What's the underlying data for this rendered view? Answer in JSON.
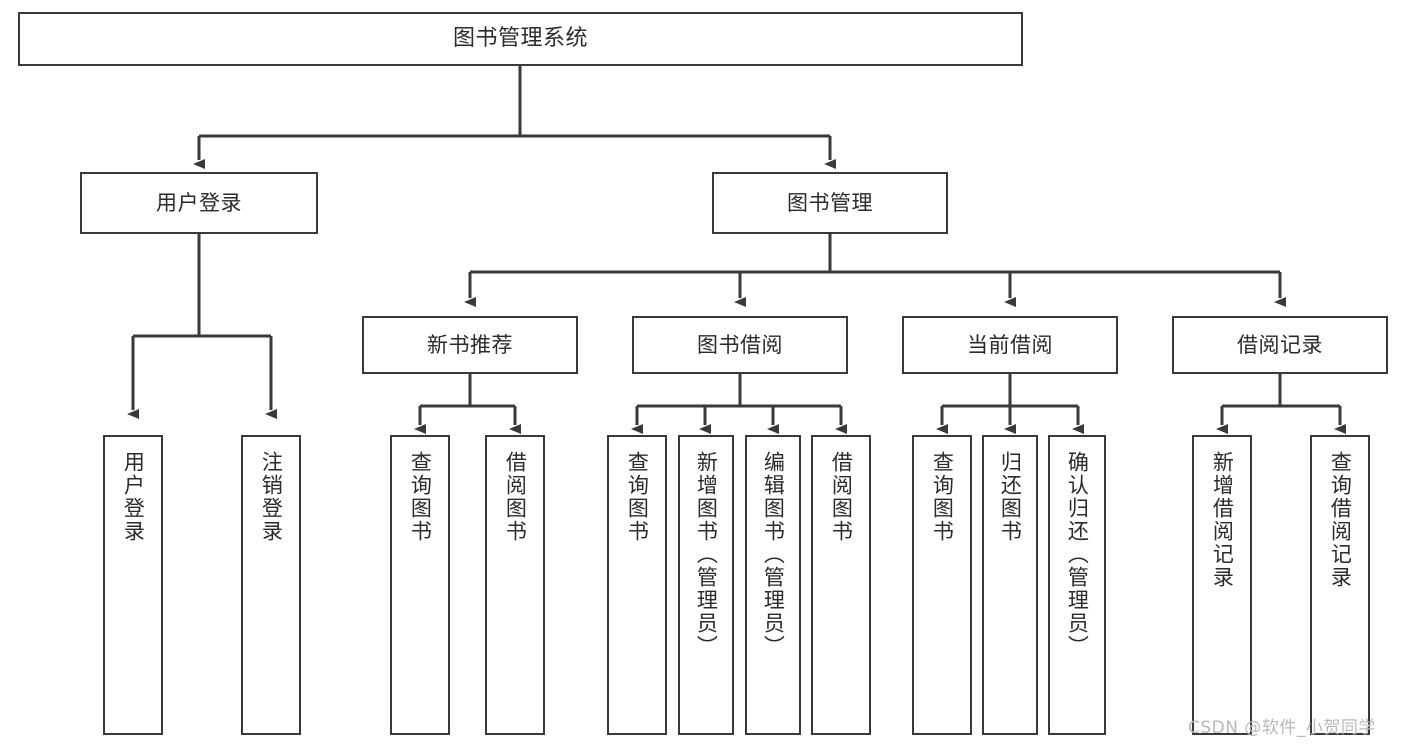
{
  "diagram": {
    "title": "图书管理系统",
    "type": "function-structure-tree",
    "watermark": "CSDN @软件_小贺同学",
    "colors": {
      "background": "#ffffff",
      "stroke": "#3a3a3a",
      "text": "#2b2b2b",
      "watermark": "#b9b9b9"
    }
  },
  "nodes": {
    "root": {
      "label": "图书管理系统"
    },
    "level1": [
      {
        "label": "用户登录"
      },
      {
        "label": "图书管理"
      }
    ],
    "level2": [
      {
        "label": "新书推荐"
      },
      {
        "label": "图书借阅"
      },
      {
        "label": "当前借阅"
      },
      {
        "label": "借阅记录"
      }
    ],
    "leaves": {
      "user_login": [
        {
          "label": "用户登录"
        },
        {
          "label": "注销登录"
        }
      ],
      "new_book_recommend": [
        {
          "label": "查询图书"
        },
        {
          "label": "借阅图书"
        }
      ],
      "book_borrow": [
        {
          "label": "查询图书"
        },
        {
          "label": "新增图书（管理员）"
        },
        {
          "label": "编辑图书（管理员）"
        },
        {
          "label": "借阅图书"
        }
      ],
      "current_borrow": [
        {
          "label": "查询图书"
        },
        {
          "label": "归还图书"
        },
        {
          "label": "确认归还（管理员）"
        }
      ],
      "borrow_record": [
        {
          "label": "新增借阅记录"
        },
        {
          "label": "查询借阅记录"
        }
      ]
    }
  }
}
